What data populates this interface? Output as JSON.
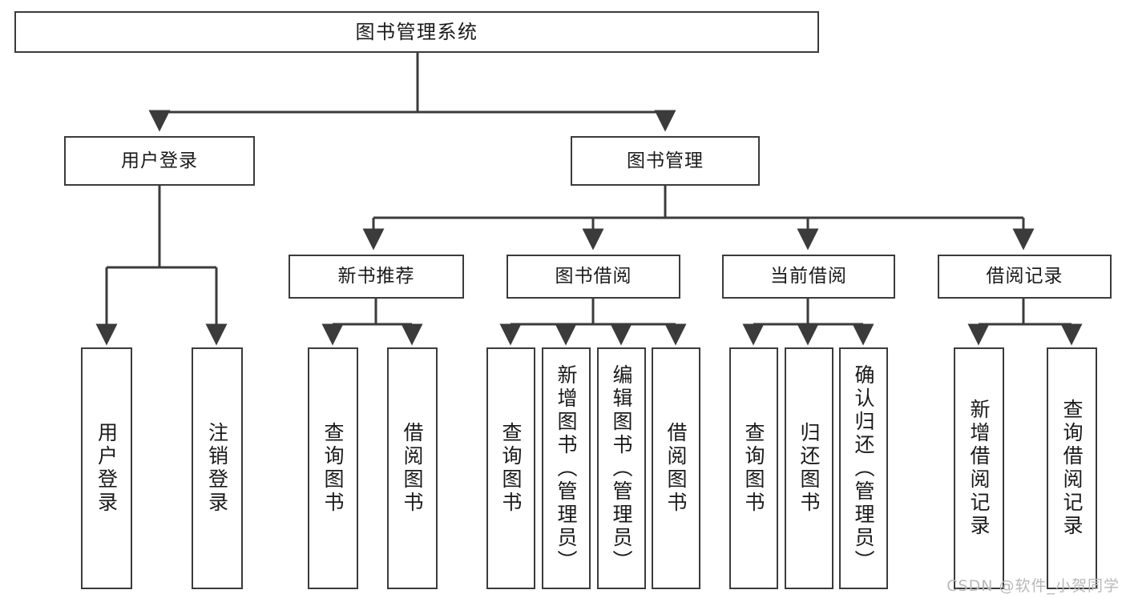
{
  "diagram": {
    "title": "图书管理系统",
    "type": "tree",
    "watermark": "CSDN @软件_小贺同学",
    "colors": {
      "box_border": "#3b3b3b",
      "box_fill": "#ffffff",
      "edge": "#3b3b3b",
      "text": "#1a1a1a",
      "watermark": "#b9b9b9",
      "background": "#ffffff"
    },
    "nodes": {
      "root": {
        "label": "图书管理系统"
      },
      "level2": [
        {
          "id": "user-login",
          "label": "用户登录"
        },
        {
          "id": "book-manage",
          "label": "图书管理"
        }
      ],
      "level3": [
        {
          "id": "new-book-rec",
          "label": "新书推荐"
        },
        {
          "id": "book-borrow",
          "label": "图书借阅"
        },
        {
          "id": "current-borrow",
          "label": "当前借阅"
        },
        {
          "id": "borrow-record",
          "label": "借阅记录"
        }
      ],
      "leaves": {
        "user-login": [
          {
            "id": "leaf-user-login",
            "label": "用户登录"
          },
          {
            "id": "leaf-user-logout",
            "label": "注销登录"
          }
        ],
        "new-book-rec": [
          {
            "id": "leaf-query-book-1",
            "label": "查询图书"
          },
          {
            "id": "leaf-borrow-book-1",
            "label": "借阅图书"
          }
        ],
        "book-borrow": [
          {
            "id": "leaf-query-book-2",
            "label": "查询图书"
          },
          {
            "id": "leaf-add-book",
            "label": "新增图书（管理员）"
          },
          {
            "id": "leaf-edit-book",
            "label": "编辑图书（管理员）"
          },
          {
            "id": "leaf-borrow-book-2",
            "label": "借阅图书"
          }
        ],
        "current-borrow": [
          {
            "id": "leaf-query-book-3",
            "label": "查询图书"
          },
          {
            "id": "leaf-return-book",
            "label": "归还图书"
          },
          {
            "id": "leaf-confirm-return",
            "label": "确认归还（管理员）"
          }
        ],
        "borrow-record": [
          {
            "id": "leaf-add-record",
            "label": "新增借阅记录"
          },
          {
            "id": "leaf-query-record",
            "label": "查询借阅记录"
          }
        ]
      }
    }
  }
}
